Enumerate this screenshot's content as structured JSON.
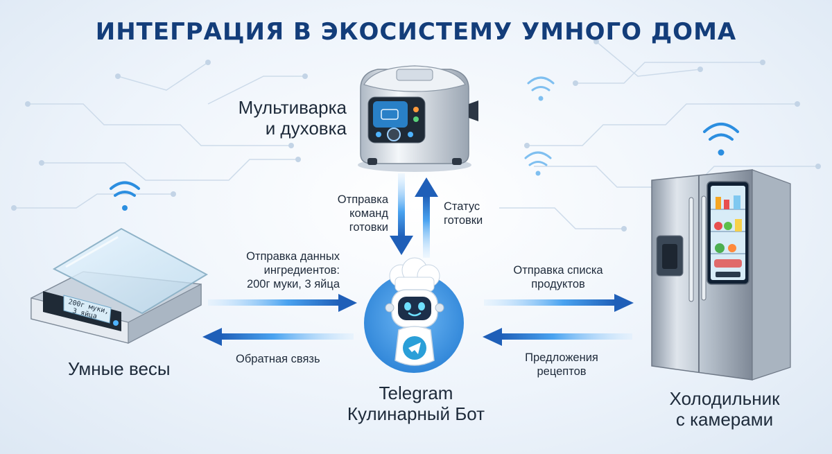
{
  "title": "ИНТЕГРАЦИЯ В ЭКОСИСТЕМУ УМНОГО ДОМА",
  "devices": {
    "multicooker": [
      "Мультиварка",
      "и духовка"
    ],
    "scales": "Умные весы",
    "fridge": [
      "Холодильник",
      "с камерами"
    ],
    "bot": [
      "Telegram",
      "Кулинарный Бот"
    ]
  },
  "scale_display": [
    "200г муки,",
    "3 яйца"
  ],
  "flows": {
    "send_commands": [
      "Отправка",
      "команд",
      "готовки"
    ],
    "cook_status": [
      "Статус",
      "готовки"
    ],
    "send_ingredients": [
      "Отправка данных",
      "ингредиентов:",
      "200г муки, 3 яйца"
    ],
    "feedback": "Обратная связь",
    "send_products": [
      "Отправка списка",
      "продуктов"
    ],
    "recipe_suggestions": [
      "Предложения",
      "рецептов"
    ]
  },
  "colors": {
    "title": "#133d7a",
    "arrow": "#1f5fb8",
    "arrow_glow": "#7fc3ff",
    "bot_circle": "#3b95e0",
    "telegram": "#2a9fd8"
  },
  "icons": [
    "wifi-icon",
    "telegram-icon",
    "chef-hat-icon",
    "robot-icon"
  ]
}
